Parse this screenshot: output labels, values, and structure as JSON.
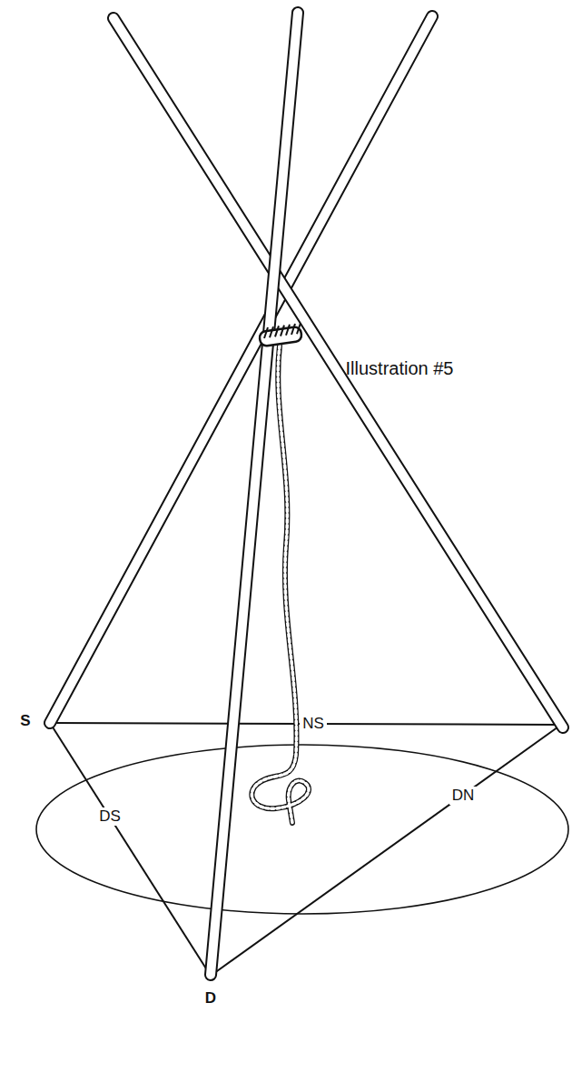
{
  "diagram": {
    "labels": [
      "Illustration #5",
      "S",
      "D",
      "NS",
      "DS",
      "DN"
    ]
  }
}
